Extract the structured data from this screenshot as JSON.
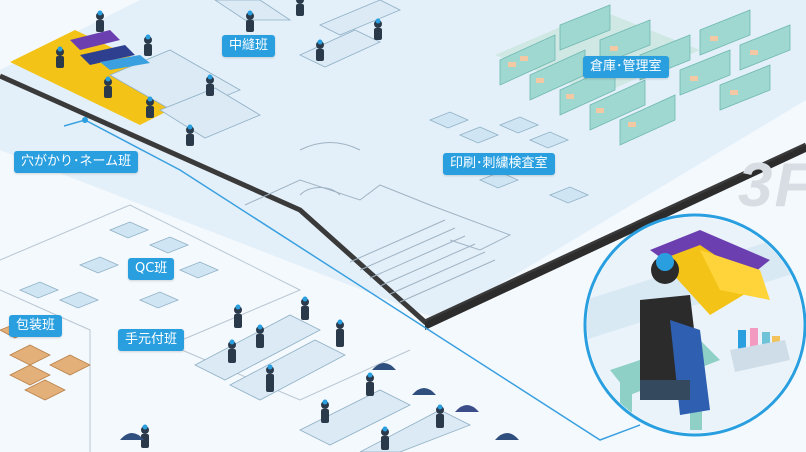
{
  "floor_marker": "3F",
  "zones": {
    "chukei": "中縫班",
    "souko": "倉庫･管理室",
    "anagakari": "穴がかり･ネーム班",
    "insatsu": "印刷･刺繍検査室",
    "qc": "QC班",
    "housou": "包装班",
    "temoto": "手元付班"
  },
  "colors": {
    "label_bg": "#2a9fe0",
    "accent_yellow": "#f3c317",
    "floor_blue": "#e4f0f9",
    "wall_dark": "#3a3a3a",
    "furniture_teal": "#9fd7d1",
    "connector": "#3aa0e0"
  }
}
